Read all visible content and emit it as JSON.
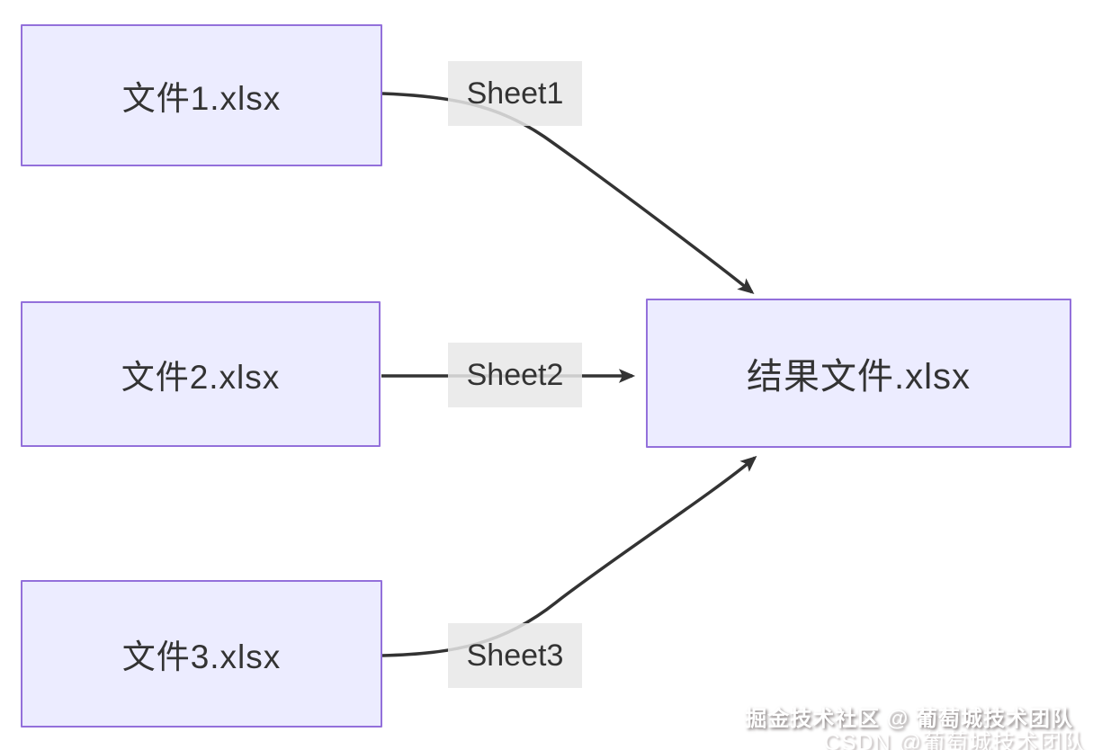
{
  "diagram": {
    "type": "flowchart",
    "nodes": [
      {
        "id": "file1",
        "label": "文件1.xlsx"
      },
      {
        "id": "file2",
        "label": "文件2.xlsx"
      },
      {
        "id": "file3",
        "label": "文件3.xlsx"
      },
      {
        "id": "result",
        "label": "结果文件.xlsx"
      }
    ],
    "edges": [
      {
        "from": "file1",
        "to": "result",
        "label": "Sheet1"
      },
      {
        "from": "file2",
        "to": "result",
        "label": "Sheet2"
      },
      {
        "from": "file3",
        "to": "result",
        "label": "Sheet3"
      }
    ]
  },
  "watermarks": [
    {
      "text": "掘金技术社区 @ 葡萄城技术团队"
    },
    {
      "text": "CSDN @葡萄城技术团队"
    }
  ],
  "colors": {
    "node-fill": "#ececff",
    "node-border": "#9370db",
    "edge-line": "#333333",
    "node-text": "#333333"
  }
}
